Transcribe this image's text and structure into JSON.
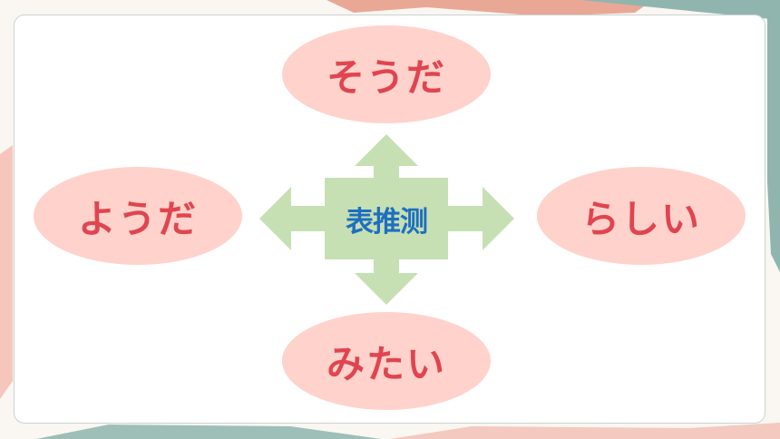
{
  "center": {
    "label": "表推测"
  },
  "nodes": {
    "top": "そうだ",
    "left": "ようだ",
    "right": "らしい",
    "bottom": "みたい"
  },
  "colors": {
    "ellipse_fill": "#ffd2cc",
    "ellipse_text": "#e0454f",
    "center_fill": "#c6e0b4",
    "center_text": "#1f6fbf",
    "arrow_fill": "#c6e0b4"
  }
}
